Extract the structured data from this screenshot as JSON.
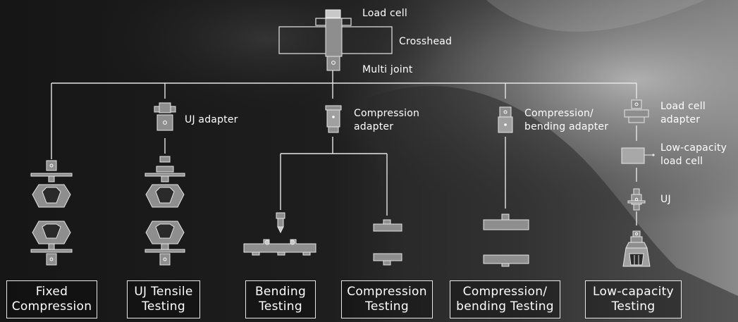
{
  "colors": {
    "line": "#e6e6e6",
    "part_fill": "#8e8e8e",
    "part_light": "#c8c8c8",
    "text": "#ffffff",
    "box_border": "#e8e8e8"
  },
  "top_labels": {
    "load_cell": "Load cell",
    "crosshead": "Crosshead",
    "multi_joint": "Multi joint"
  },
  "adapters": {
    "uj_adapter": "UJ adapter",
    "compression_adapter": [
      "Compression",
      "adapter"
    ],
    "compression_bending_adapter": [
      "Compression/",
      "bending adapter"
    ],
    "load_cell_adapter": [
      "Load cell",
      "adapter"
    ],
    "low_capacity_load_cell": [
      "Low-capacity",
      "load cell"
    ],
    "uj": "UJ"
  },
  "testing_types": [
    {
      "line1": "Fixed",
      "line2": "Compression"
    },
    {
      "line1": "UJ Tensile",
      "line2": "Testing"
    },
    {
      "line1": "Bending",
      "line2": "Testing"
    },
    {
      "line1": "Compression",
      "line2": "Testing"
    },
    {
      "line1": "Compression/",
      "line2": "bending Testing"
    },
    {
      "line1": "Low-capacity",
      "line2": "Testing"
    }
  ]
}
